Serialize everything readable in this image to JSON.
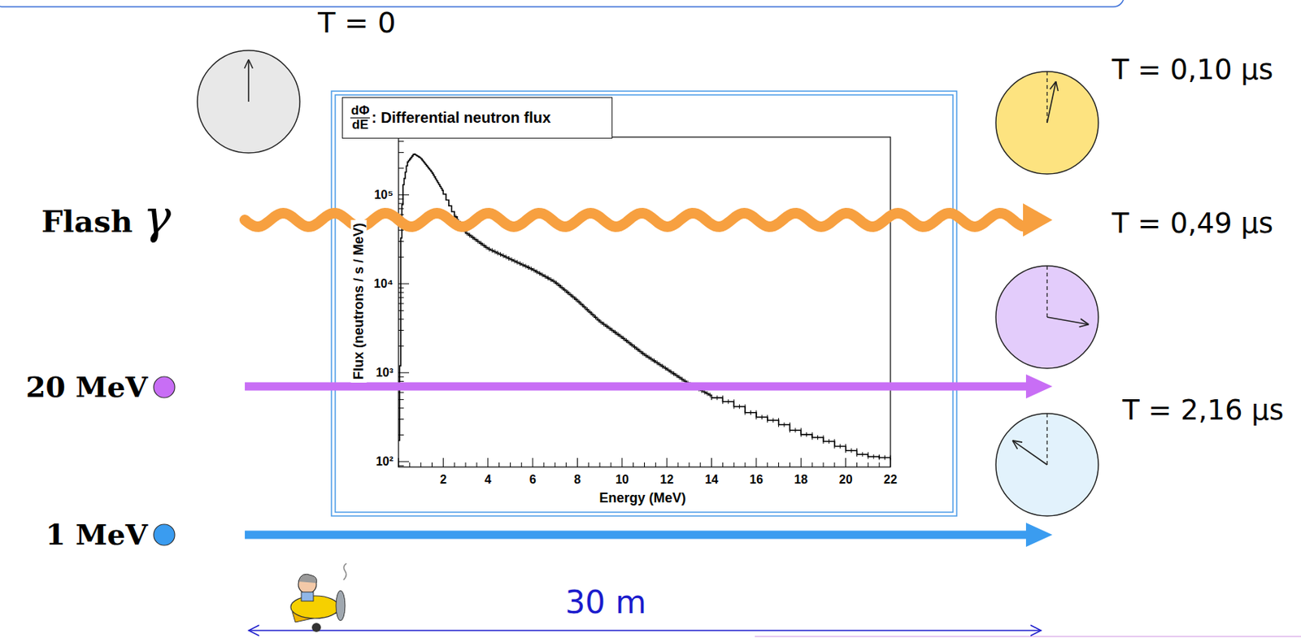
{
  "diagram": {
    "nodes": [
      {
        "text": [
          "dΦ",
          "dE",
          ": Differential neutron flux"
        ]
      }
    ],
    "labels": [
      "T = 0",
      "T = 0,10 μs",
      "T = 0,49 μs",
      "T = 2,16 μs",
      "Flash",
      "γ",
      "20 MeV",
      "1 MeV",
      "10⁵",
      "10⁴",
      "10³",
      "10²",
      "2",
      "4",
      "6",
      "8",
      "10",
      "12",
      "14",
      "16",
      "18",
      "20",
      "22",
      "Flux (neutrons / s / MeV)",
      "Energy (MeV)",
      "30 m"
    ]
  }
}
